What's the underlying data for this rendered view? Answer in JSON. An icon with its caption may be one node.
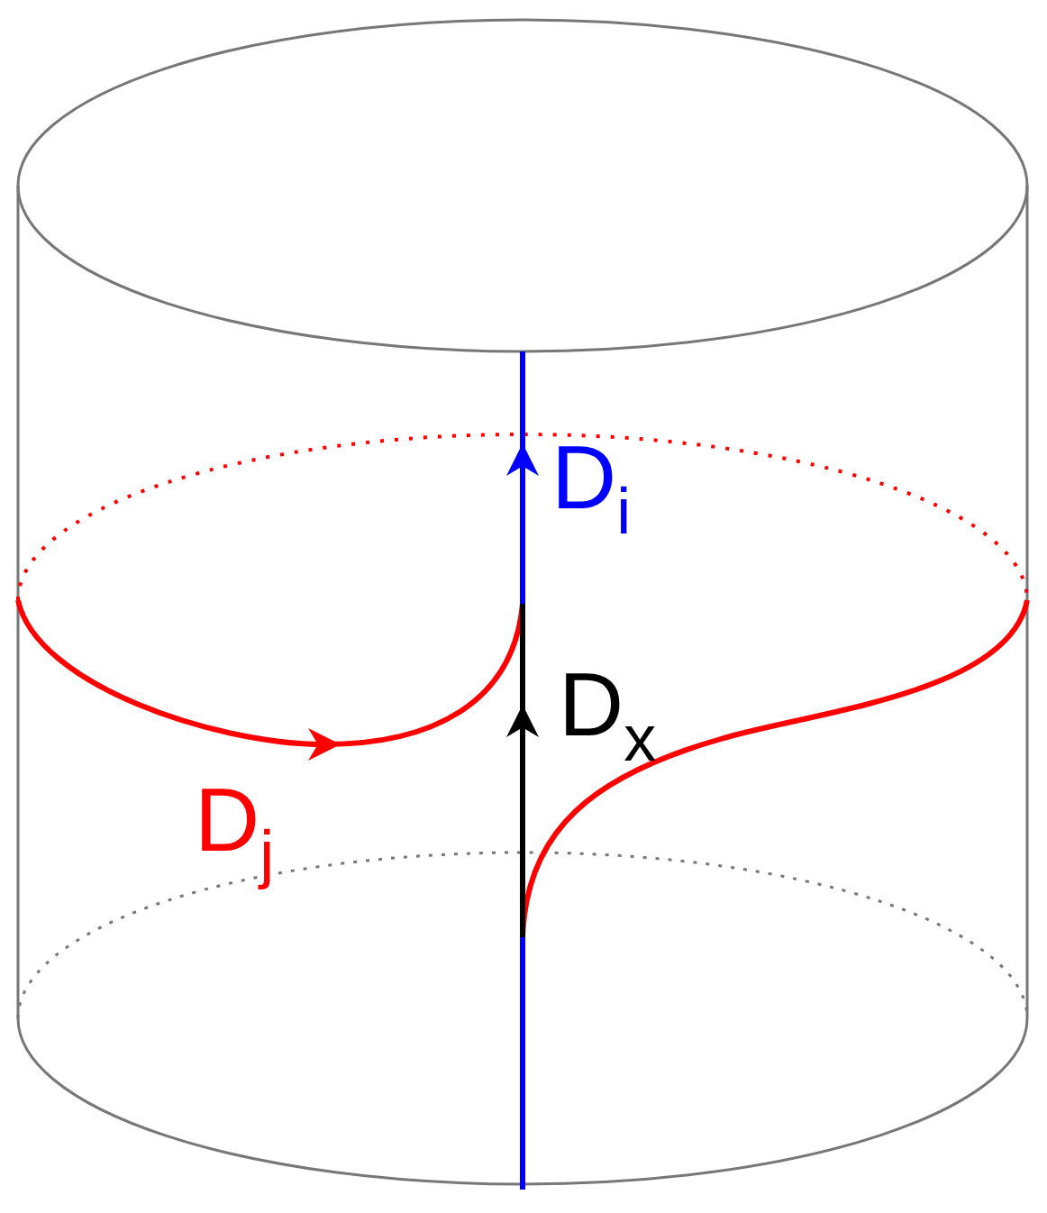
{
  "diagram": {
    "labels": [
      "D$_{i}$",
      "D$_{x}$",
      "D$_{j}$"
    ]
  }
}
